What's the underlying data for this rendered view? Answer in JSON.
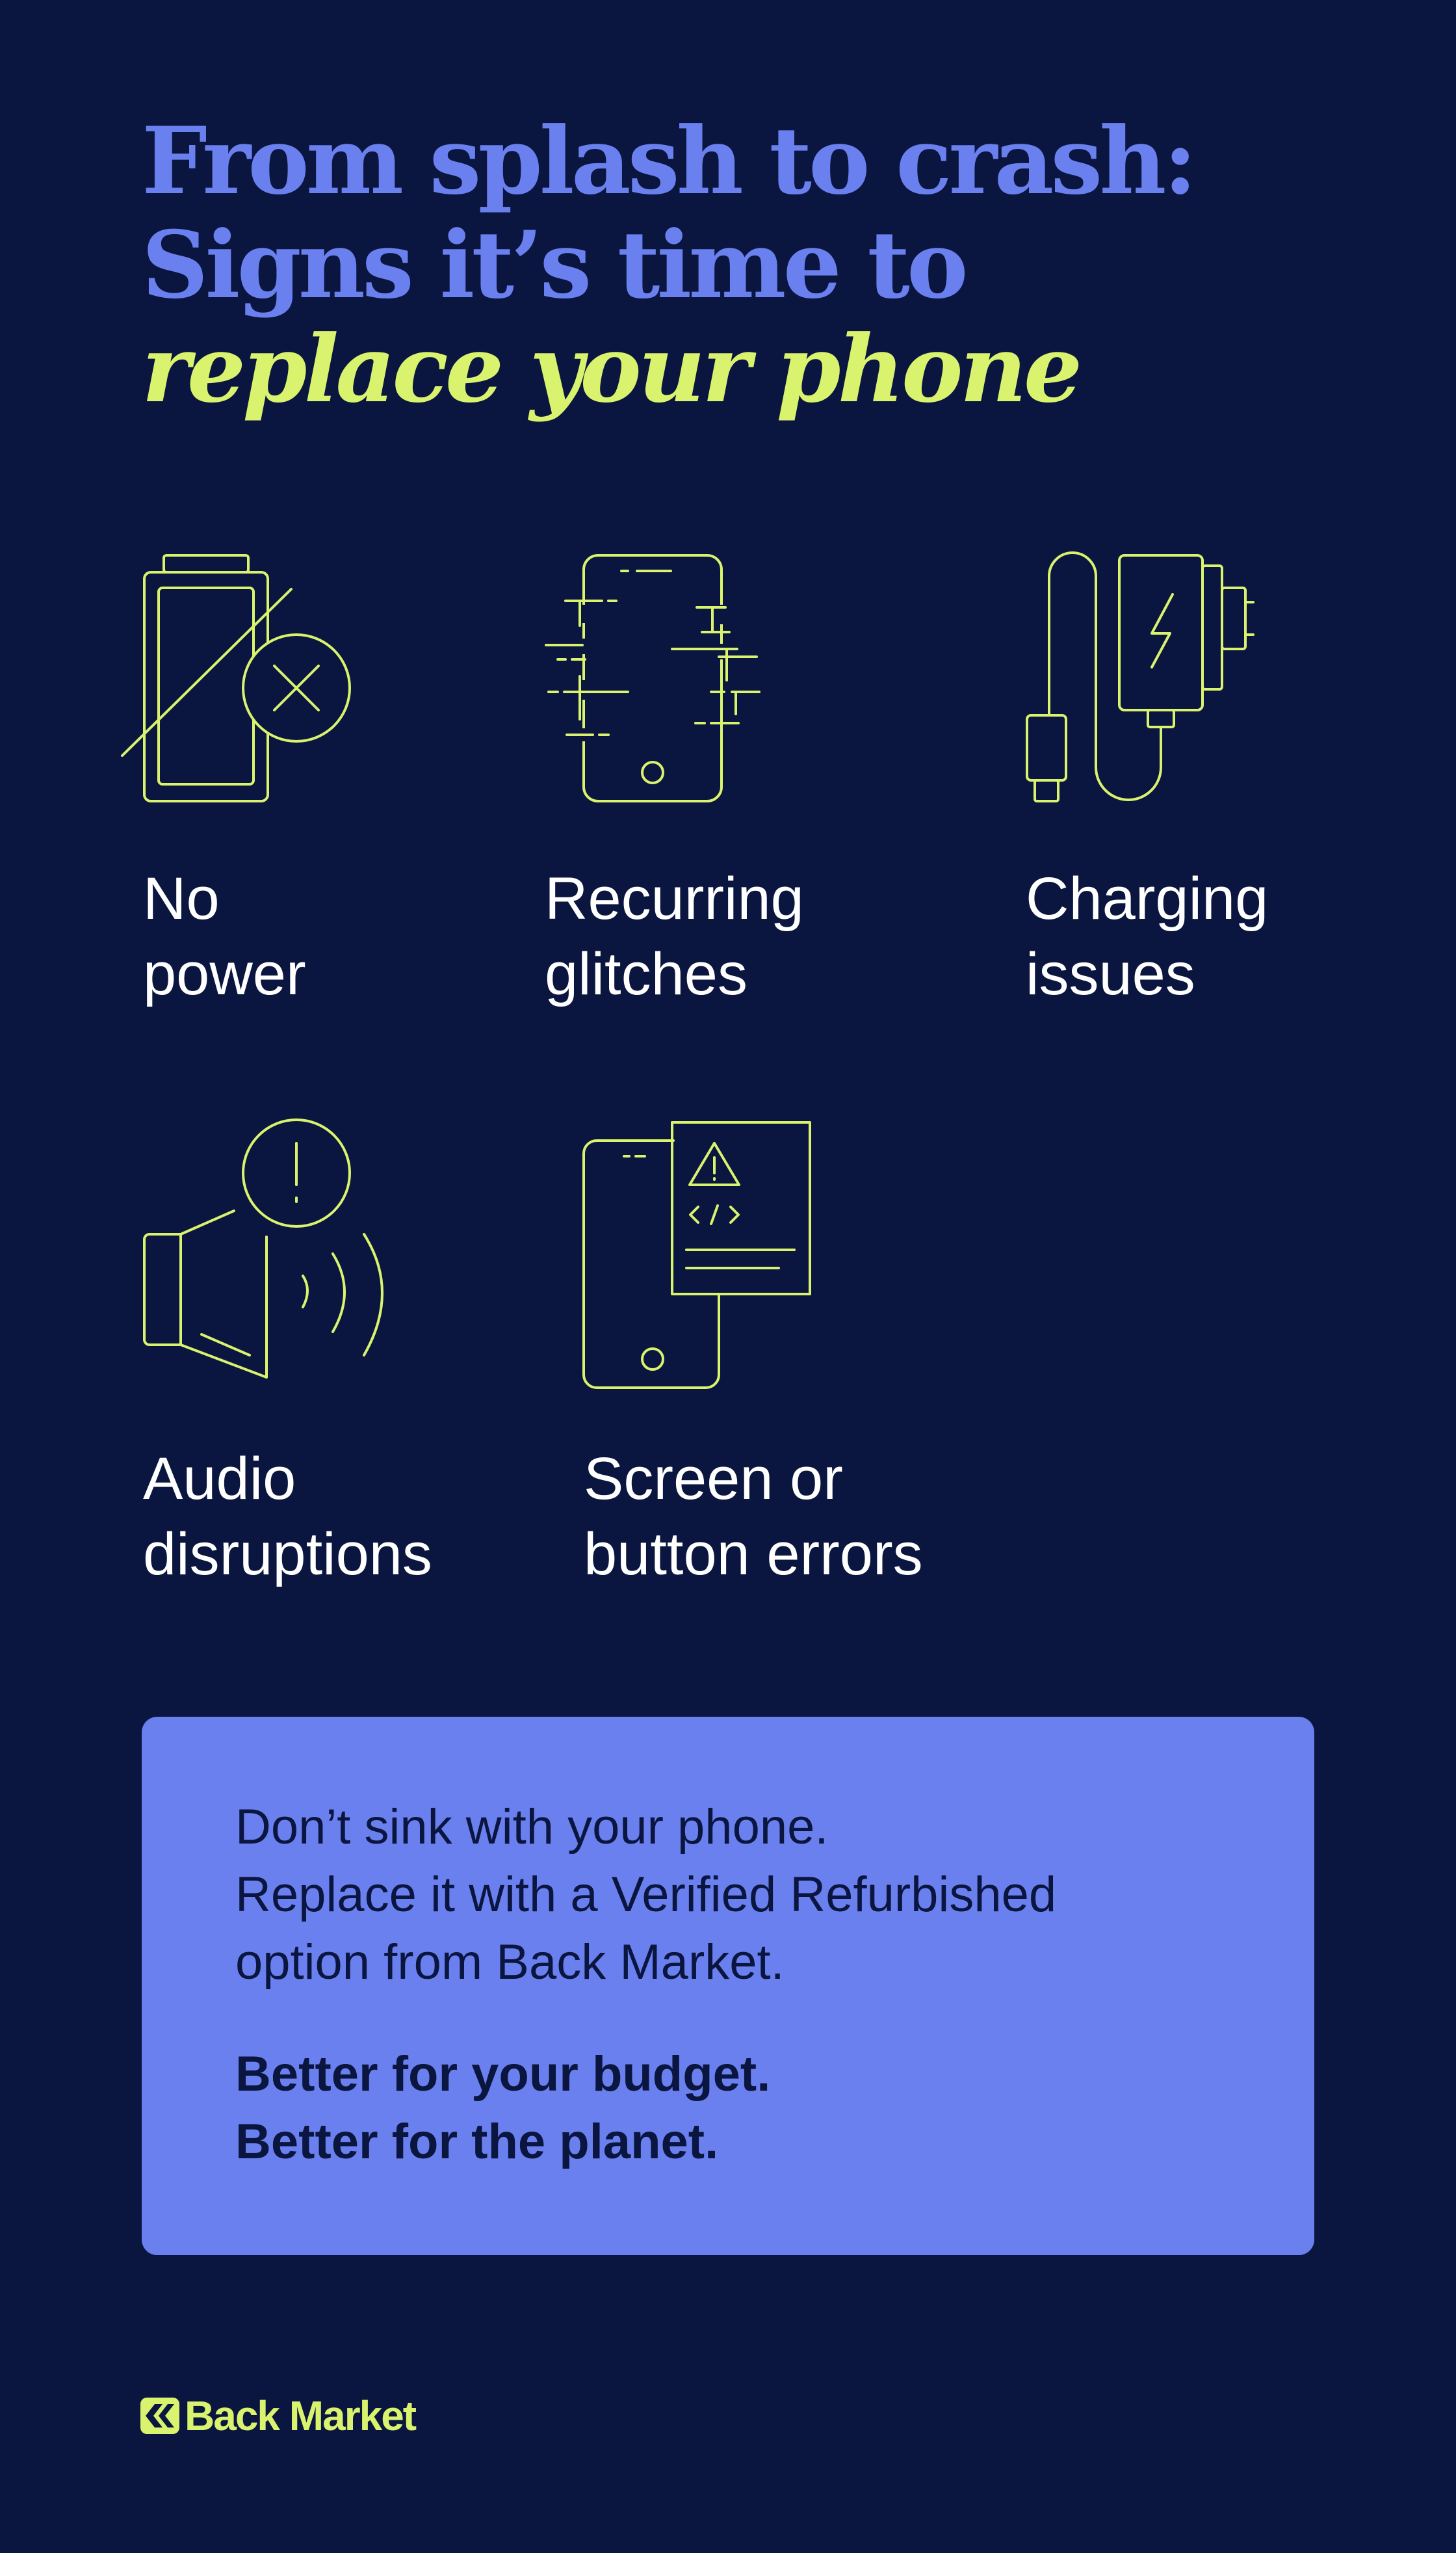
{
  "headline": {
    "line1": "From splash to crash:",
    "line2": "Signs it’s time to",
    "line3": "replace your phone"
  },
  "signs": [
    {
      "icon": "battery-x-icon",
      "line1": "No",
      "line2": "power"
    },
    {
      "icon": "glitch-phone-icon",
      "line1": "Recurring",
      "line2": "glitches"
    },
    {
      "icon": "charger-icon",
      "line1": "Charging",
      "line2": "issues"
    },
    {
      "icon": "speaker-alert-icon",
      "line1": "Audio",
      "line2": "disruptions"
    },
    {
      "icon": "phone-error-icon",
      "line1": "Screen or",
      "line2": "button errors"
    }
  ],
  "promo": {
    "line1": "Don’t sink with your phone.",
    "line2": "Replace it with a Verified Refurbished",
    "line3": "option from Back Market.",
    "bold1": "Better for your budget.",
    "bold2": "Better for the planet."
  },
  "brand": {
    "name": "Back Market"
  },
  "colors": {
    "background": "#0a163f",
    "headline_blue": "#6b80ef",
    "accent_lime": "#d9f36e",
    "promo_box": "#6b80ef",
    "text_white": "#ffffff"
  }
}
